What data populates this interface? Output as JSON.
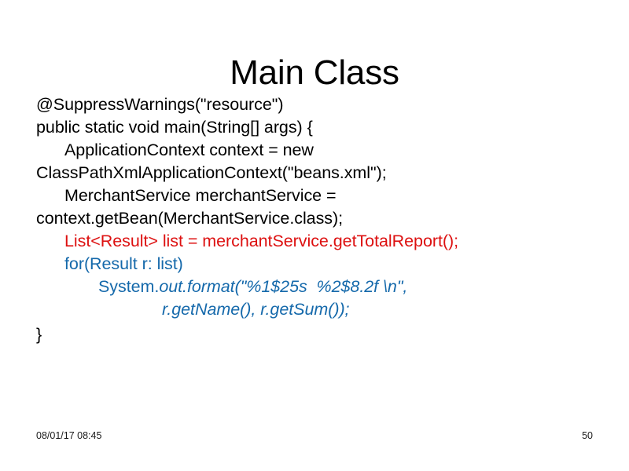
{
  "slide": {
    "title": "Main Class",
    "background_color": "#ffffff",
    "body_text_color": "#000000",
    "accent_red": "#DD1111",
    "accent_blue": "#1569AB"
  },
  "code": {
    "line1": "@SuppressWarnings(\"resource\")",
    "line2": "public static void main(String[] args) {",
    "line3": "ApplicationContext context = new ClassPathXmlApplicationContext(\"beans.xml\");",
    "line4": "MerchantService merchantService = context.getBean(MerchantService.class);",
    "line5": "List<Result> list = merchantService.getTotalReport();",
    "line6": "for(Result r: list)",
    "line7a": "System.",
    "line7b": "out.format(\"%1$25s  %2$8.2f \\n\",",
    "line8": "r.getName(), r.getSum());",
    "line9": "}"
  },
  "footer": {
    "date": "08/01/17 08:45",
    "page_number": "50"
  }
}
